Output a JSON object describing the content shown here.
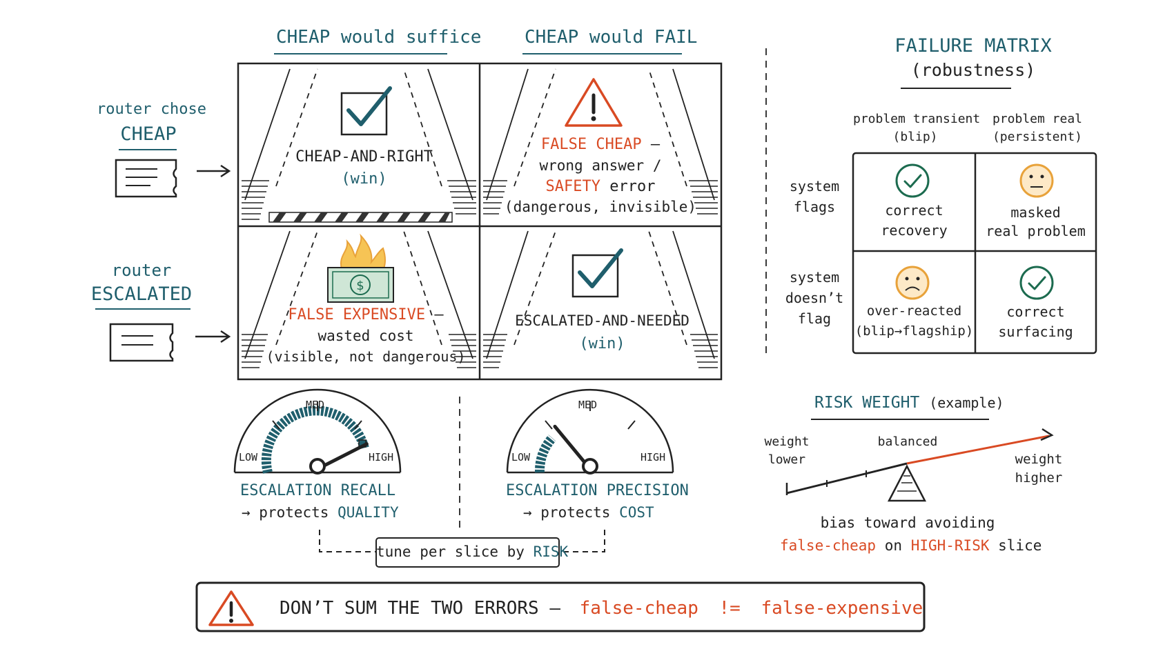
{
  "columns": {
    "cheap_suffice": "CHEAP would suffice",
    "cheap_fail": "CHEAP would FAIL"
  },
  "rows": {
    "cheap": {
      "line1": "router chose",
      "line2": "CHEAP"
    },
    "escalated": {
      "line1": "router",
      "line2": "ESCALATED"
    }
  },
  "cells": {
    "cheap_right": {
      "title": "CHEAP-AND-RIGHT",
      "sub": "(win)"
    },
    "false_cheap": {
      "title": "FALSE CHEAP",
      "dash": "—",
      "line2": "wrong answer /",
      "safety": "SAFETY",
      "error": "error",
      "line4": "(dangerous, invisible)"
    },
    "false_expensive": {
      "title": "FALSE EXPENSIVE",
      "dash": "—",
      "line2": "wasted cost",
      "line3": "(visible, not dangerous)"
    },
    "escalated_needed": {
      "title": "ESCALATED-AND-NEEDED",
      "sub": "(win)"
    }
  },
  "gauges": {
    "recall": {
      "low": "LOW",
      "med": "MED",
      "high": "HIGH",
      "title": "ESCALATION RECALL",
      "protects": "→ protects",
      "target": "QUALITY",
      "level": 0.85
    },
    "precision": {
      "low": "LOW",
      "med": "MED",
      "high": "HIGH",
      "title": "ESCALATION PRECISION",
      "protects": "→ protects",
      "target": "COST",
      "level": 0.28
    }
  },
  "tune": {
    "text": "tune per slice by",
    "risk": "RISK"
  },
  "failure_matrix": {
    "title": "FAILURE MATRIX",
    "subtitle": "(robustness)",
    "col1": {
      "line1": "problem transient",
      "line2": "(blip)"
    },
    "col2": {
      "line1": "problem real",
      "line2": "(persistent)"
    },
    "row1": {
      "line1": "system",
      "line2": "flags"
    },
    "row2": {
      "line1": "system",
      "line2": "doesn’t",
      "line3": "flag"
    },
    "cells": {
      "c11": {
        "line1": "correct",
        "line2": "recovery"
      },
      "c12": {
        "line1": "masked",
        "line2": "real problem"
      },
      "c21": {
        "line1": "over-reacted",
        "line2": "(blip→flagship)"
      },
      "c22": {
        "line1": "correct",
        "line2": "surfacing"
      }
    }
  },
  "risk_weight": {
    "title": "RISK WEIGHT",
    "example": "(example)",
    "lower": {
      "line1": "weight",
      "line2": "lower"
    },
    "balanced": "balanced",
    "higher": {
      "line1": "weight",
      "line2": "higher"
    },
    "bias1": "bias toward avoiding",
    "false_cheap": "false-cheap",
    "on": "on",
    "high_risk": "HIGH-RISK",
    "slice": "slice"
  },
  "banner": {
    "text": "DON’T SUM THE TWO ERRORS —",
    "false_cheap": "false-cheap",
    "neq": "!=",
    "false_expensive": "false-expensive"
  },
  "colors": {
    "teal": "#1f5e6c",
    "red": "#d94a23",
    "orange": "#e8a23a",
    "green": "#1c6b4f"
  }
}
